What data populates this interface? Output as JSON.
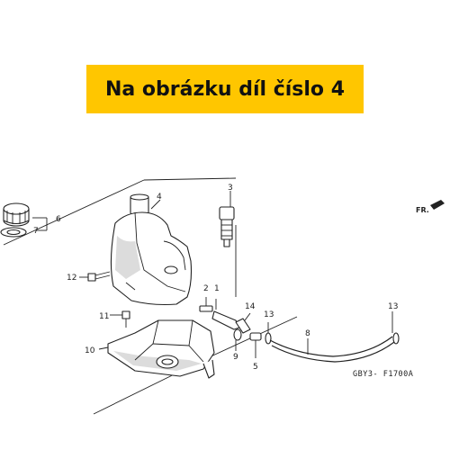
{
  "banner": {
    "text": "Na obrázku díl číslo 4",
    "color": "#ffc600"
  },
  "direction_label": "FR.",
  "diagram_code": "GBY3- F1700A",
  "callouts": {
    "n1": "1",
    "n2": "2",
    "n3": "3",
    "n4": "4",
    "n5": "5",
    "n6": "6",
    "n7": "7",
    "n8": "8",
    "n9": "9",
    "n10": "10",
    "n11": "11",
    "n12": "12",
    "n13a": "13",
    "n13b": "13",
    "n14": "14"
  }
}
